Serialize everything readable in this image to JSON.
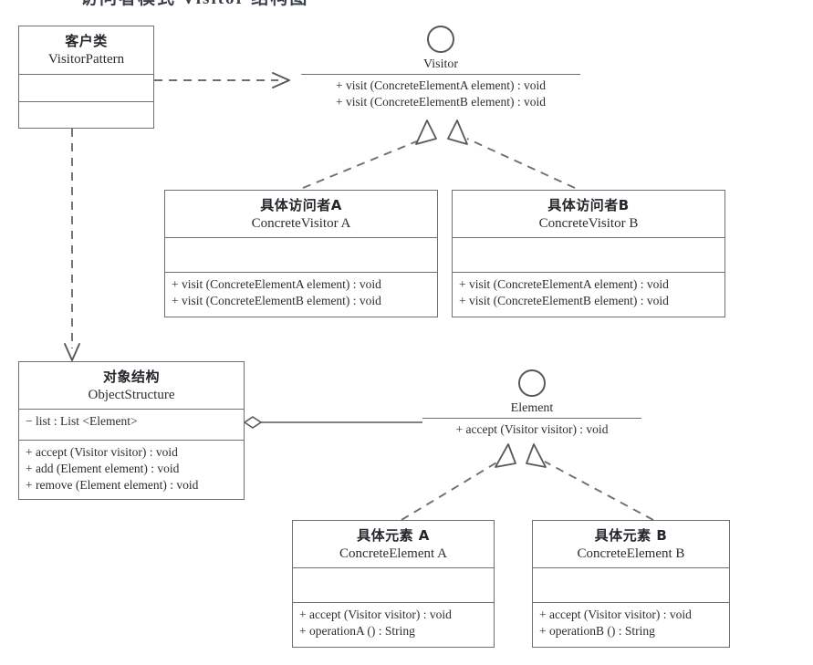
{
  "page": {
    "title": "访问者模式结构图",
    "clipped_heading": "访问者模式 Visitor 结构图",
    "background": "#ffffff",
    "line_color": "#6d6f73",
    "text_color": "#2b2d31"
  },
  "classes": {
    "client": {
      "name_zh": "客户类",
      "name_en": "VisitorPattern",
      "attributes": [],
      "operations": []
    },
    "concrete_visitor_a": {
      "name_zh": "具体访问者A",
      "name_en": "ConcreteVisitor A",
      "attributes": [],
      "operations": [
        "+ visit (ConcreteElementA element) : void",
        "+ visit (ConcreteElementB element) : void"
      ]
    },
    "concrete_visitor_b": {
      "name_zh": "具体访问者B",
      "name_en": "ConcreteVisitor B",
      "attributes": [],
      "operations": [
        "+ visit (ConcreteElementA element) : void",
        "+ visit (ConcreteElementB element) : void"
      ]
    },
    "object_structure": {
      "name_zh": "对象结构",
      "name_en": "ObjectStructure",
      "attributes": [
        "− list : List <Element>"
      ],
      "operations": [
        "+ accept (Visitor visitor) : void",
        "+ add (Element element) : void",
        "+ remove (Element element) : void"
      ]
    },
    "concrete_element_a": {
      "name_zh": "具体元素 A",
      "name_en": "ConcreteElement A",
      "attributes": [],
      "operations": [
        "+ accept (Visitor visitor) : void",
        "+ operationA () : String"
      ]
    },
    "concrete_element_b": {
      "name_zh": "具体元素 B",
      "name_en": "ConcreteElement B",
      "attributes": [],
      "operations": [
        "+ accept (Visitor visitor) : void",
        "+ operationB () : String"
      ]
    }
  },
  "interfaces": {
    "visitor": {
      "name": "Visitor",
      "operations": [
        "+ visit (ConcreteElementA element) : void",
        "+ visit (ConcreteElementB element) : void"
      ]
    },
    "element": {
      "name": "Element",
      "operations": [
        "+ accept (Visitor visitor) : void"
      ]
    }
  },
  "relations": [
    {
      "id": "client-to-visitor",
      "type": "dependency",
      "from": "VisitorPattern",
      "to": "Visitor",
      "label": ""
    },
    {
      "id": "client-to-objectstructure",
      "type": "dependency",
      "from": "VisitorPattern",
      "to": "ObjectStructure",
      "label": ""
    },
    {
      "id": "concretevisitora-to-visitor",
      "type": "realization",
      "from": "ConcreteVisitor A",
      "to": "Visitor",
      "label": ""
    },
    {
      "id": "concretevisitorb-to-visitor",
      "type": "realization",
      "from": "ConcreteVisitor B",
      "to": "Visitor",
      "label": ""
    },
    {
      "id": "objectstructure-to-element",
      "type": "aggregation",
      "from": "ObjectStructure",
      "to": "Element",
      "label": ""
    },
    {
      "id": "concreteelementa-to-element",
      "type": "realization",
      "from": "ConcreteElement A",
      "to": "Element",
      "label": ""
    },
    {
      "id": "concreteelementb-to-element",
      "type": "realization",
      "from": "ConcreteElement B",
      "to": "Element",
      "label": ""
    }
  ]
}
